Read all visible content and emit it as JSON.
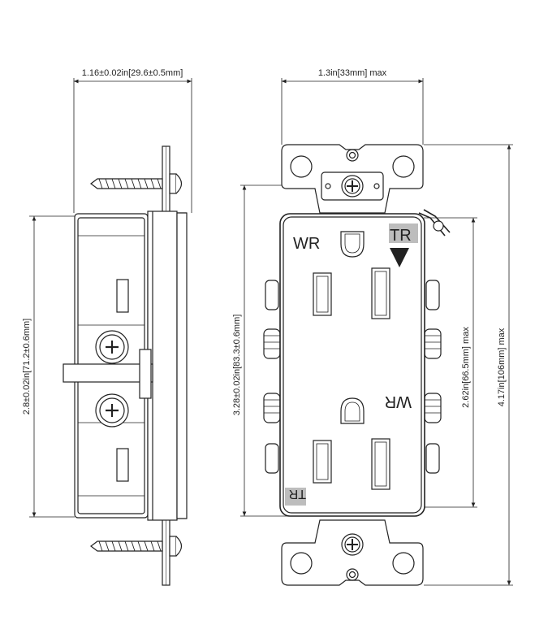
{
  "dimensions": {
    "side_depth": "1.16±0.02in[29.6±0.5mm]",
    "front_width": "1.3in[33mm] max",
    "side_height": "2.8±0.02in[71.2±0.6mm]",
    "body_height": "3.28±0.02in[83.3±0.6mm]",
    "face_height": "2.62in[66.5mm] max",
    "overall_height": "4.17in[106mm] max"
  },
  "markings": {
    "wr_top": "WR",
    "wr_bottom": "WR",
    "tr_top": "TR",
    "tr_bottom": "TR"
  },
  "colors": {
    "line": "#222222",
    "fill": "#ffffff",
    "shade": "#bdbdbd"
  }
}
